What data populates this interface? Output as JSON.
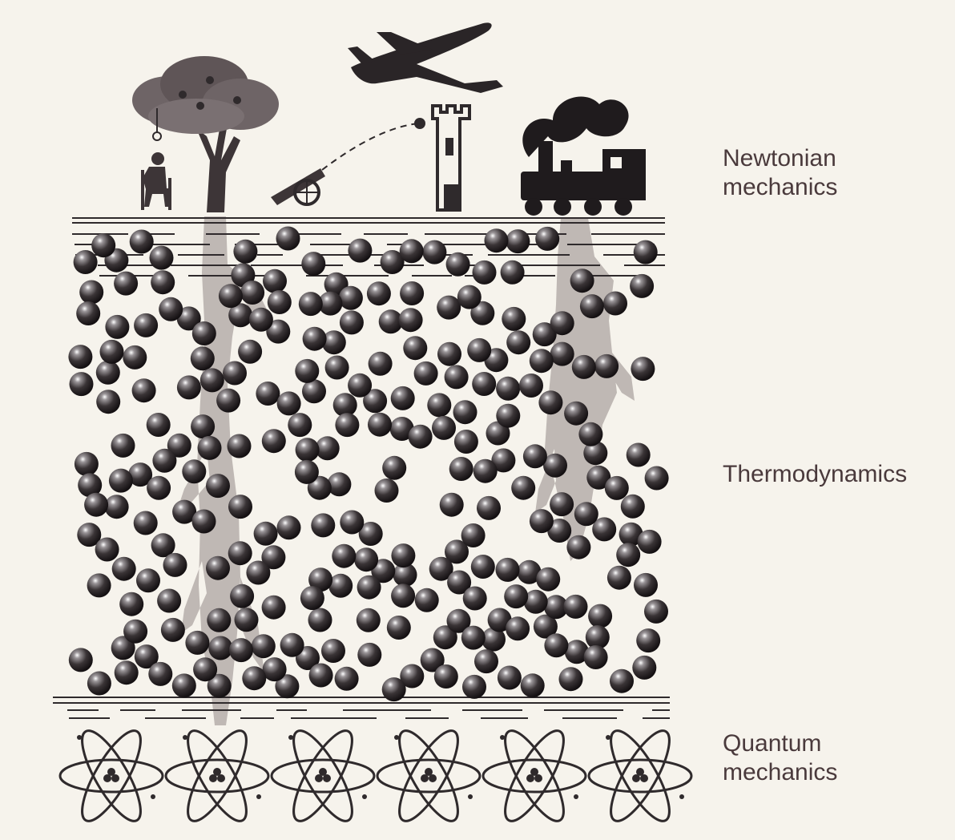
{
  "labels": {
    "newtonian": {
      "line1": "Newtonian",
      "line2": "mechanics"
    },
    "thermodynamics": {
      "line1": "Thermodynamics"
    },
    "quantum": {
      "line1": "Quantum",
      "line2": "mechanics"
    }
  },
  "icons": [
    "newton-figure-icon",
    "apple-tree-icon",
    "airplane-icon",
    "cannon-icon",
    "castle-tower-icon",
    "steam-locomotive-icon",
    "molecule-icon",
    "atom-icon",
    "root-icon"
  ],
  "colors": {
    "background": "#f6f3ec",
    "ink": "#2f2a2c",
    "root": "#bfb8b4",
    "label": "#4a3a3c"
  },
  "atom_count": 6
}
